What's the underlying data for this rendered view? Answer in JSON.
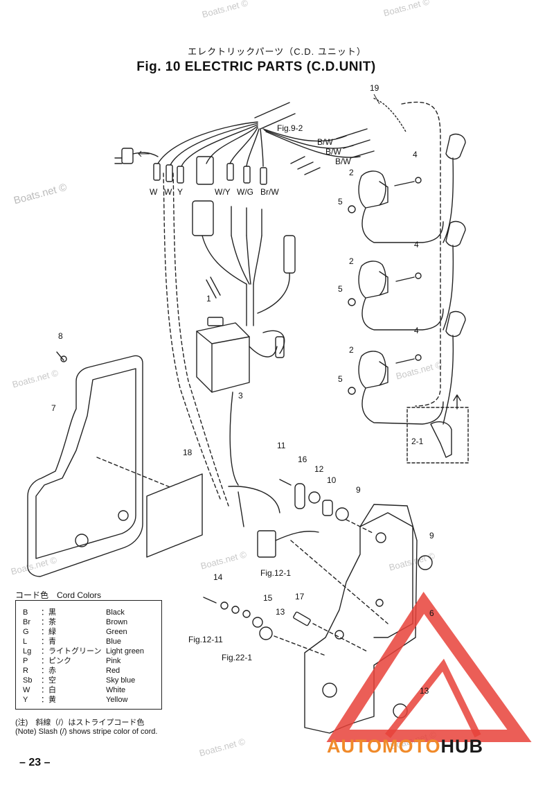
{
  "header": {
    "title_jp": "エレクトリックパーツ（C.D. ユニット）",
    "title_en": "Fig. 10   ELECTRIC PARTS  (C.D.UNIT)"
  },
  "watermarks": [
    "Boats.net ©",
    "Boats.net ©",
    "Boats.net ©",
    "Boats.net ©",
    "Boats.net ©",
    "Boats.net ©",
    "Boats.net ©",
    "Boats.net ©",
    "Boats.net ©",
    "Boats.net ©"
  ],
  "wire_labels": {
    "w1": "W",
    "w2": "W",
    "y": "Y",
    "wy": "W/Y",
    "wg": "W/G",
    "brw": "Br/W",
    "bw1": "B/W",
    "bw2": "B/W",
    "bw3": "B/W"
  },
  "references": {
    "fig92": "Fig.9-2",
    "fig121": "Fig.12-1",
    "fig1211": "Fig.12-11",
    "fig221": "Fig.22-1"
  },
  "callouts": {
    "n19": "19",
    "n4a": "4",
    "n2a": "2",
    "n5a": "5",
    "n4b": "4",
    "n2b": "2",
    "n5b": "5",
    "n4c": "4",
    "n2c": "2",
    "n5c": "5",
    "n21": "2-1",
    "n8": "8",
    "n7": "7",
    "n1": "1",
    "n3": "3",
    "n18": "18",
    "n11": "11",
    "n16": "16",
    "n12": "12",
    "n10": "10",
    "n9a": "9",
    "n9b": "9",
    "n6": "6",
    "n14": "14",
    "n15": "15",
    "n17": "17",
    "n13a": "13",
    "n13b": "13"
  },
  "legend": {
    "heading": "コード色　Cord Colors",
    "rows": [
      {
        "code": "B",
        "jp": "：黒",
        "en": "Black"
      },
      {
        "code": "Br",
        "jp": "：茶",
        "en": "Brown"
      },
      {
        "code": "G",
        "jp": "：緑",
        "en": "Green"
      },
      {
        "code": "L",
        "jp": "：青",
        "en": "Blue"
      },
      {
        "code": "Lg",
        "jp": "：ライトグリーン",
        "en": "Light green"
      },
      {
        "code": "P",
        "jp": "：ピンク",
        "en": "Pink"
      },
      {
        "code": "R",
        "jp": "：赤",
        "en": "Red"
      },
      {
        "code": "Sb",
        "jp": "：空",
        "en": "Sky blue"
      },
      {
        "code": "W",
        "jp": "：白",
        "en": "White"
      },
      {
        "code": "Y",
        "jp": "：黄",
        "en": "Yellow"
      }
    ]
  },
  "notes": {
    "jp": "(注)　斜線（/）はストライプコード色",
    "en": "(Note)  Slash  (/)  shows stripe color of cord."
  },
  "page_number": "– 23 –",
  "logo": {
    "part1": "AUTOMOTO",
    "part2": "HUB",
    "accent_color": "#f08a2a",
    "mark_color": "#e8423a"
  }
}
